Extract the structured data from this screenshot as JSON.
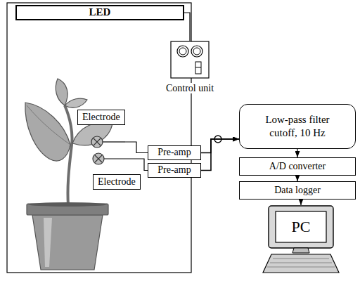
{
  "diagram": {
    "nodes": [
      {
        "text": [
          "LED"
        ]
      },
      {
        "text": [
          "Control unit"
        ]
      },
      {
        "text": [
          "Electrode"
        ]
      },
      {
        "text": [
          "Pre-amp"
        ]
      },
      {
        "text": [
          "Pre-amp"
        ]
      },
      {
        "text": [
          "Electrode"
        ]
      },
      {
        "text": [
          "Low-pass filter cutoff, 10 Hz"
        ]
      },
      {
        "text": [
          "A/D converter"
        ]
      },
      {
        "text": [
          "Data logger"
        ]
      },
      {
        "text": [
          "PC"
        ]
      }
    ],
    "edges": [
      {
        "from": 0,
        "to": 1,
        "arrow": "none"
      },
      {
        "from": 2,
        "to": 3,
        "arrow": "none"
      },
      {
        "from": 5,
        "to": 4,
        "arrow": "none"
      },
      {
        "from": 3,
        "to": 6,
        "arrow": "to"
      },
      {
        "from": 4,
        "to": 6,
        "arrow": "to"
      },
      {
        "from": 6,
        "to": 7,
        "arrow": "to"
      },
      {
        "from": 7,
        "to": 8,
        "arrow": "to"
      },
      {
        "from": 8,
        "to": 9,
        "arrow": "to"
      }
    ]
  }
}
